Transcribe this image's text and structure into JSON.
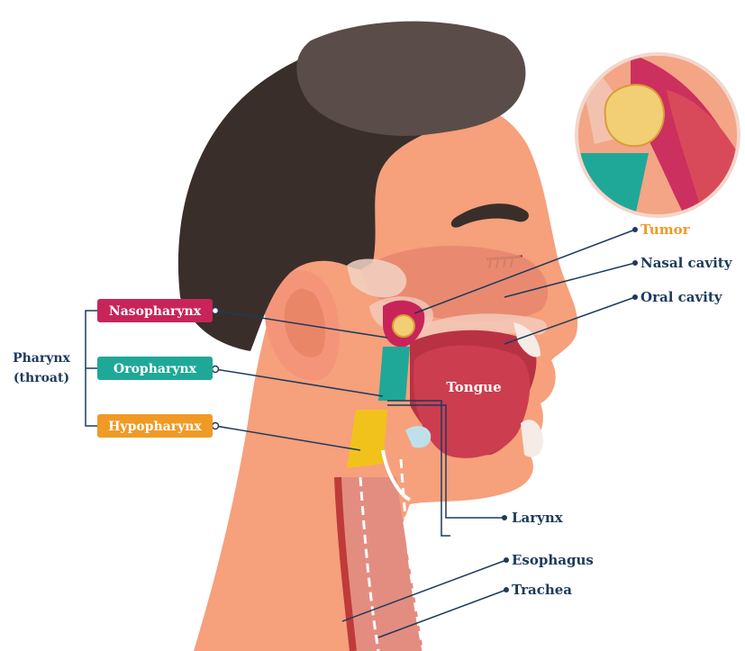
{
  "labels": {
    "tumor": "Tumor",
    "nasal_cavity": "Nasal cavity",
    "oral_cavity": "Oral cavity",
    "tongue": "Tongue",
    "larynx": "Larynx",
    "esophagus": "Esophagus",
    "trachea": "Trachea"
  },
  "pharynx_group": {
    "title_line1": "Pharynx",
    "title_line2": "(throat)",
    "regions": [
      {
        "label": "Nasopharynx",
        "color": "#c8245a"
      },
      {
        "label": "Oropharynx",
        "color": "#1fa898"
      },
      {
        "label": "Hypopharynx",
        "color": "#f09a26"
      }
    ]
  },
  "colors": {
    "tumor_label": "#f09a26",
    "label_text": "#1d3a5c",
    "skin": "#f6a07c",
    "hair": "#3a2e2b",
    "tumor": "#f2cf74"
  }
}
